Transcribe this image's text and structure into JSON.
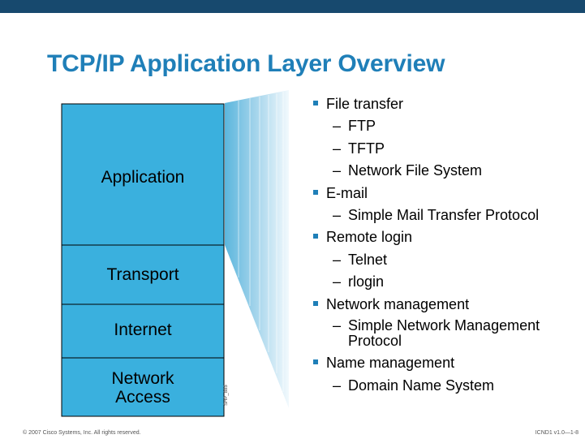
{
  "slide": {
    "title": "TCP/IP Application Layer Overview",
    "colors": {
      "top_bar": "#17496e",
      "title": "#1f7fb8",
      "layer_fill": "#3ab0de",
      "bullet": "#1f7fb8"
    }
  },
  "layers": [
    {
      "label": "Application",
      "highlighted": true
    },
    {
      "label": "Transport"
    },
    {
      "label": "Internet"
    },
    {
      "label": "Network Access"
    }
  ],
  "figure_code": "SHP_885",
  "bullets": [
    {
      "text": "File transfer",
      "subs": [
        "FTP",
        "TFTP",
        "Network File System"
      ]
    },
    {
      "text": "E-mail",
      "subs": [
        "Simple Mail Transfer Protocol"
      ]
    },
    {
      "text": "Remote login",
      "subs": [
        "Telnet",
        "rlogin"
      ]
    },
    {
      "text": "Network management",
      "subs": [
        "Simple Network Management Protocol"
      ]
    },
    {
      "text": "Name management",
      "subs": [
        "Domain Name System"
      ]
    }
  ],
  "footer": {
    "copyright": "© 2007 Cisco Systems, Inc. All rights reserved.",
    "course": "ICND1 v1.0—1-8"
  }
}
